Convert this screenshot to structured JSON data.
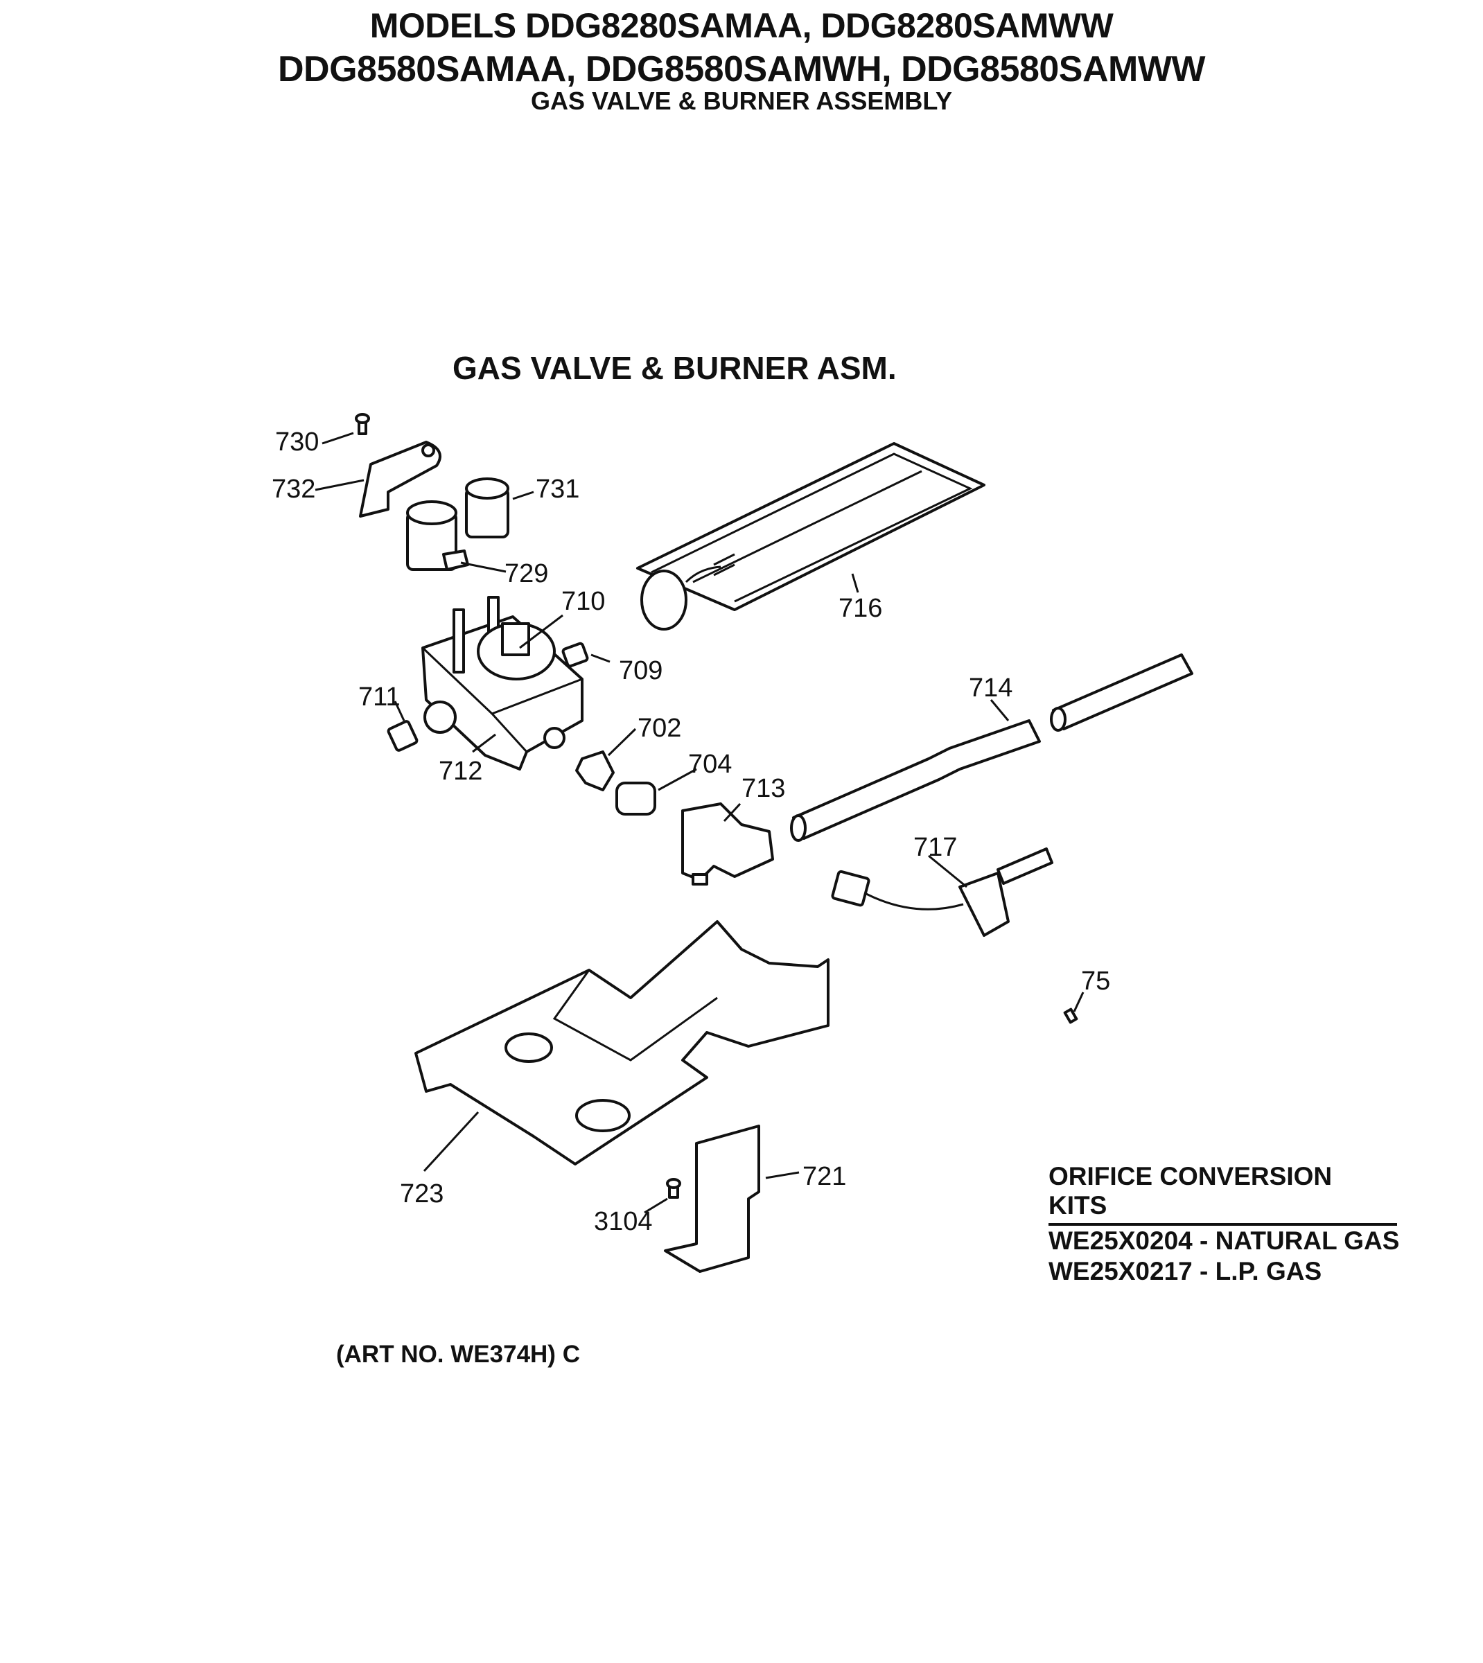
{
  "header": {
    "line1": "MODELS DDG8280SAMAA, DDG8280SAMWW",
    "line2": "DDG8580SAMAA, DDG8580SAMWH, DDG8580SAMWW",
    "line3": "GAS VALVE & BURNER ASSEMBLY"
  },
  "diagram": {
    "subtitle": "GAS VALVE & BURNER ASM.",
    "callouts": [
      "730",
      "732",
      "731",
      "729",
      "710",
      "709",
      "716",
      "711",
      "714",
      "702",
      "712",
      "704",
      "713",
      "717",
      "75",
      "723",
      "721",
      "3104"
    ]
  },
  "kits": {
    "title": "ORIFICE CONVERSION KITS",
    "rows": [
      "WE25X0204 - NATURAL GAS",
      "WE25X0217 - L.P. GAS"
    ]
  },
  "art_no": "(ART NO. WE374H) C"
}
